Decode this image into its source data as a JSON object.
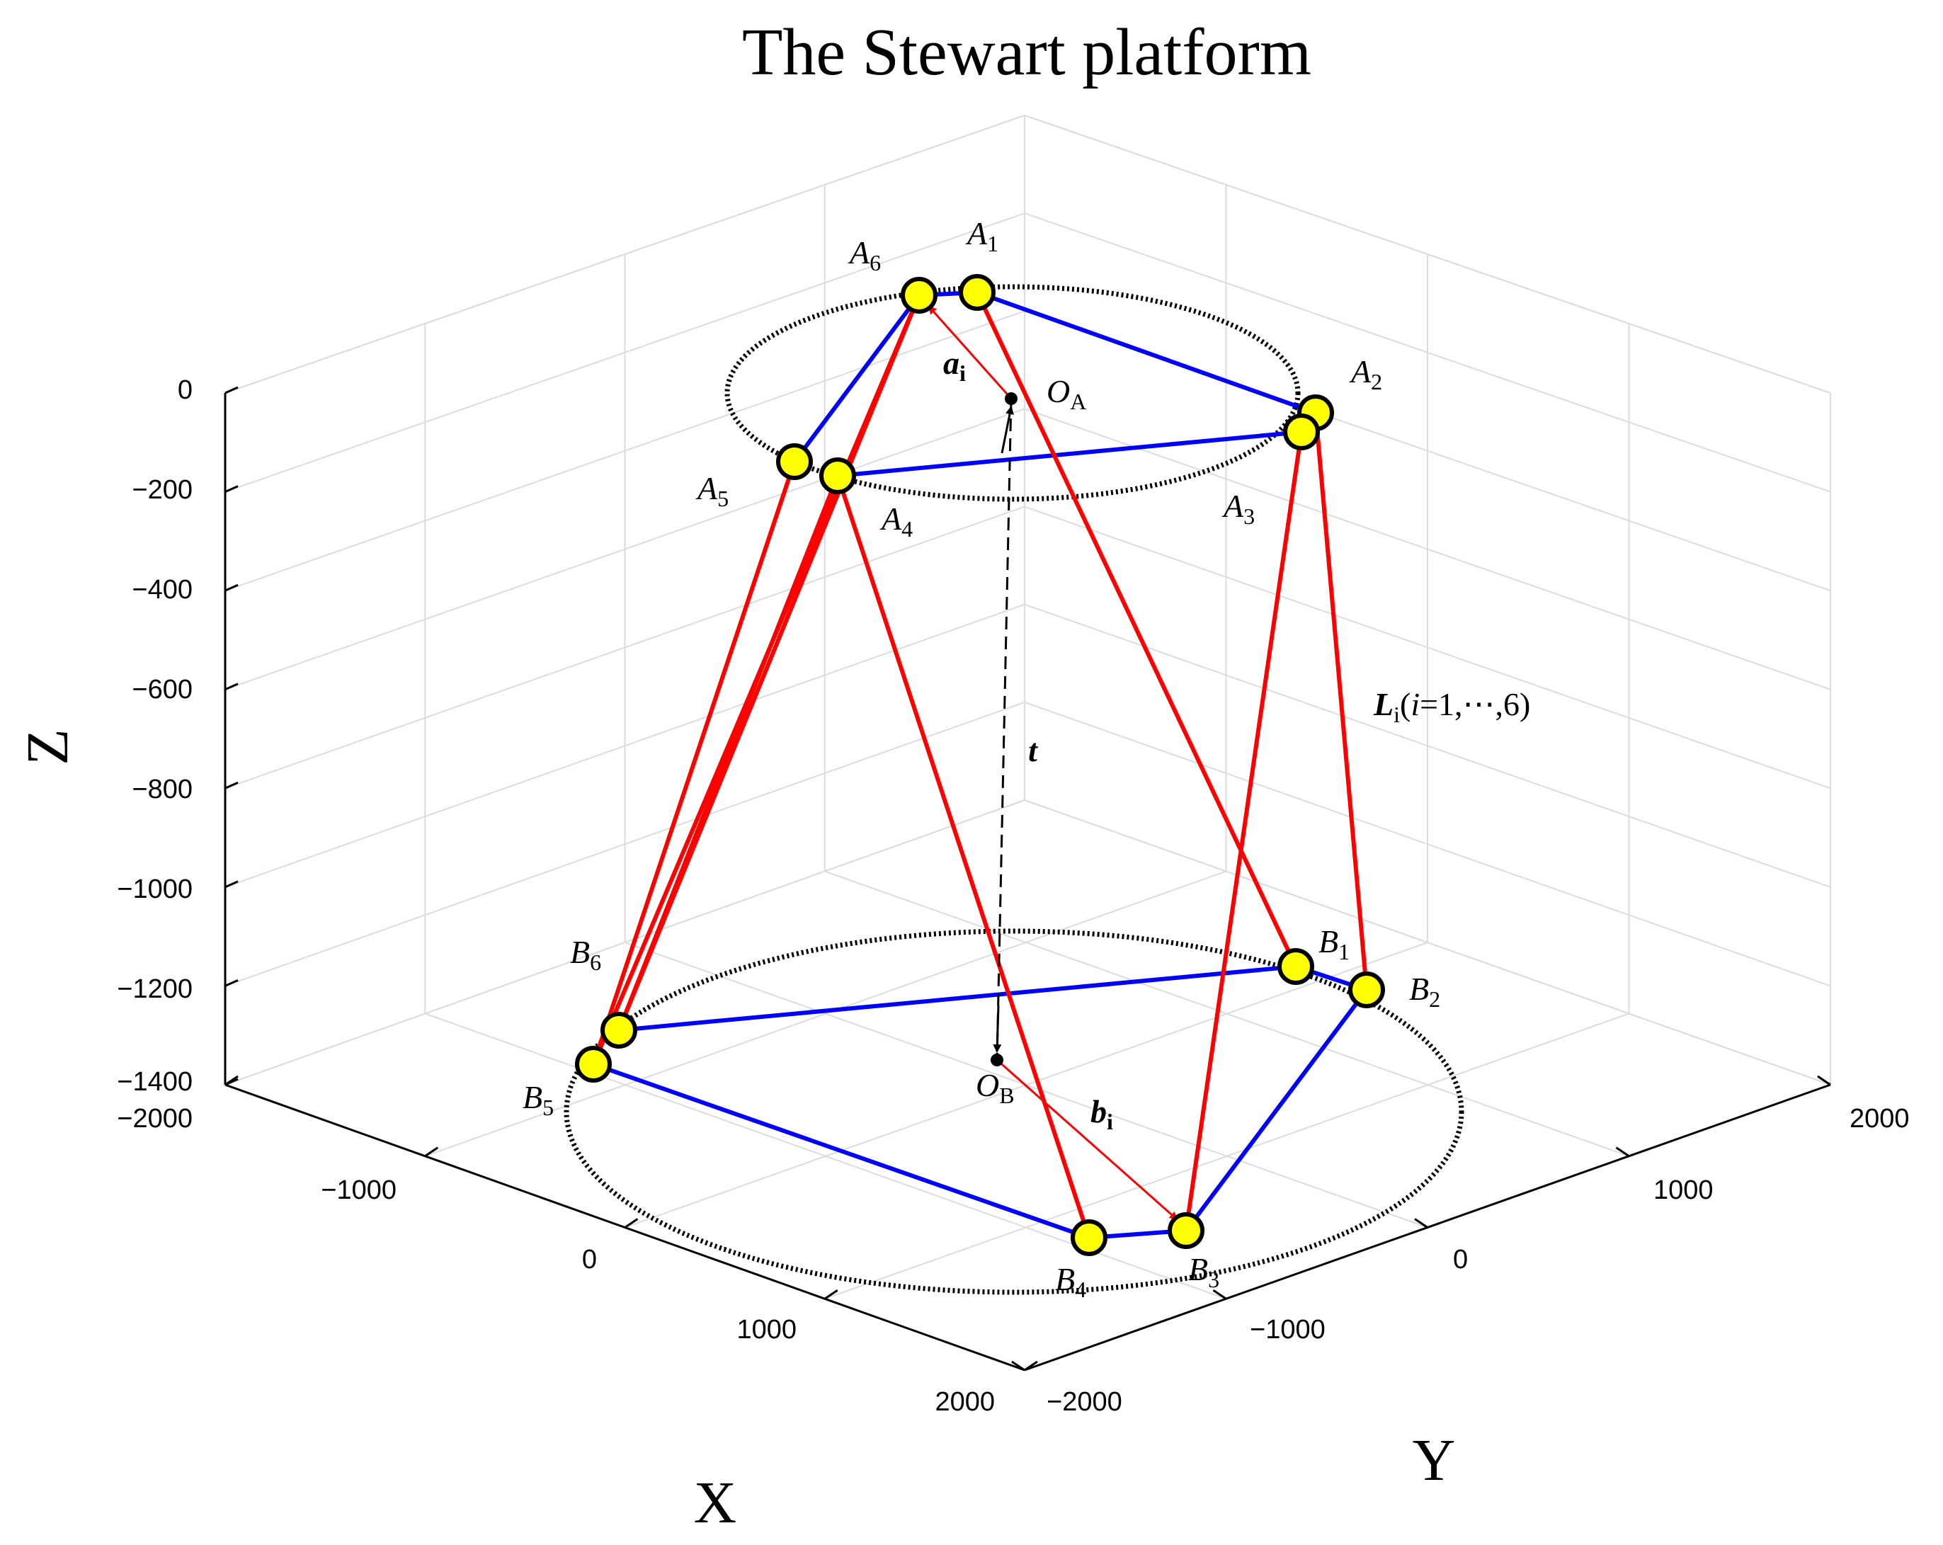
{
  "title": "The Stewart platform",
  "axes": {
    "x_label": "X",
    "y_label": "Y",
    "z_label": "Z",
    "x_ticks": [
      "−2000",
      "−1000",
      "0",
      "1000",
      "2000"
    ],
    "y_ticks": [
      "−2000",
      "−1000",
      "0",
      "1000",
      "2000"
    ],
    "z_ticks": [
      "0",
      "−200",
      "−400",
      "−600",
      "−800",
      "−1000",
      "−1200",
      "−1400"
    ],
    "grid": true
  },
  "labels": {
    "A1": {
      "base": "A",
      "sub": "1"
    },
    "A2": {
      "base": "A",
      "sub": "2"
    },
    "A3": {
      "base": "A",
      "sub": "3"
    },
    "A4": {
      "base": "A",
      "sub": "4"
    },
    "A5": {
      "base": "A",
      "sub": "5"
    },
    "A6": {
      "base": "A",
      "sub": "6"
    },
    "B1": {
      "base": "B",
      "sub": "1"
    },
    "B2": {
      "base": "B",
      "sub": "2"
    },
    "B3": {
      "base": "B",
      "sub": "3"
    },
    "B4": {
      "base": "B",
      "sub": "4"
    },
    "B5": {
      "base": "B",
      "sub": "5"
    },
    "B6": {
      "base": "B",
      "sub": "6"
    },
    "OA": {
      "base": "O",
      "sub": "A"
    },
    "OB": {
      "base": "O",
      "sub": "B"
    }
  },
  "vectors": {
    "a": {
      "base": "a",
      "sub": "i"
    },
    "b": {
      "base": "b",
      "sub": "i"
    },
    "t": "t",
    "L": {
      "base": "L",
      "sub": "i",
      "paren_open": "(",
      "i": "i",
      "rest": "=1,⋯,6)"
    }
  },
  "colors": {
    "leg": "#ff0000",
    "platform_edge": "#0000ff",
    "joint_fill": "#ffff00",
    "circle": "#000000",
    "grid": "#dcdcdc"
  }
}
